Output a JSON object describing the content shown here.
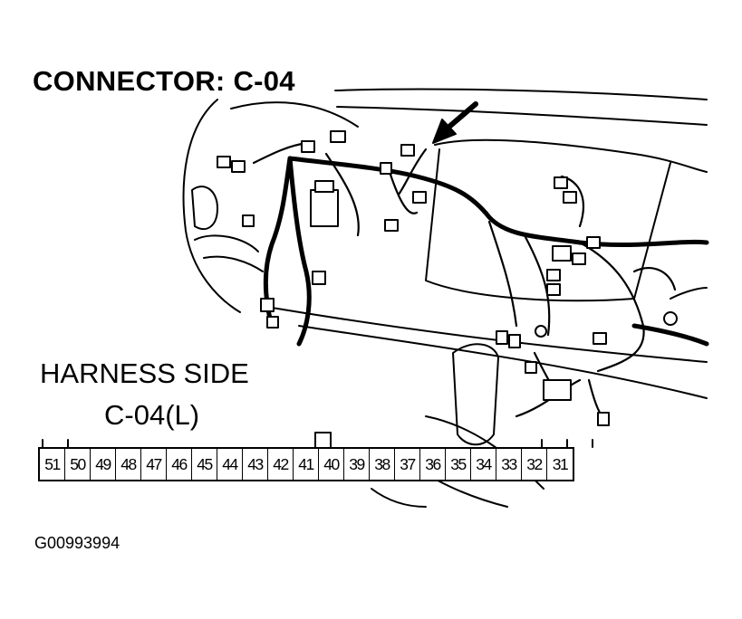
{
  "title": "CONNECTOR: C-04",
  "harness_side": "HARNESS SIDE",
  "connector_label": "C-04(L)",
  "figure_id": "G00993994",
  "pins": [
    "51",
    "50",
    "49",
    "48",
    "47",
    "46",
    "45",
    "44",
    "43",
    "42",
    "41",
    "40",
    "39",
    "38",
    "37",
    "36",
    "35",
    "34",
    "33",
    "32",
    "31"
  ]
}
